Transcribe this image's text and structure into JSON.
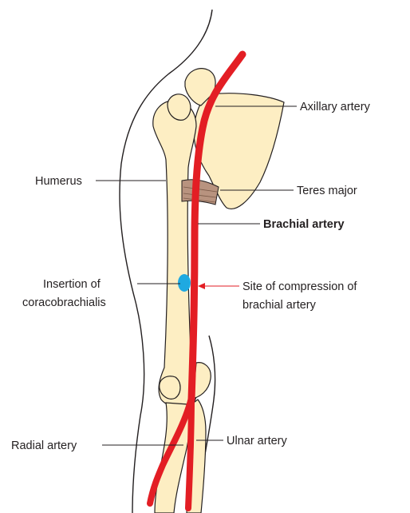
{
  "labels": {
    "axillary_artery": "Axillary artery",
    "humerus": "Humerus",
    "teres_major": "Teres major",
    "brachial_artery": "Brachial artery",
    "insertion_line1": "Insertion of",
    "insertion_line2": "coracobrachialis",
    "compression_line1": "Site of compression of",
    "compression_line2": "brachial artery",
    "radial_artery": "Radial artery",
    "ulnar_artery": "Ulnar artery"
  },
  "colors": {
    "artery": "#e31e24",
    "bone": "#fdeec3",
    "muscle": "#b8937f",
    "insertion": "#1fa9e1",
    "outline": "#231f20",
    "compression_arrow": "#e31e24"
  }
}
